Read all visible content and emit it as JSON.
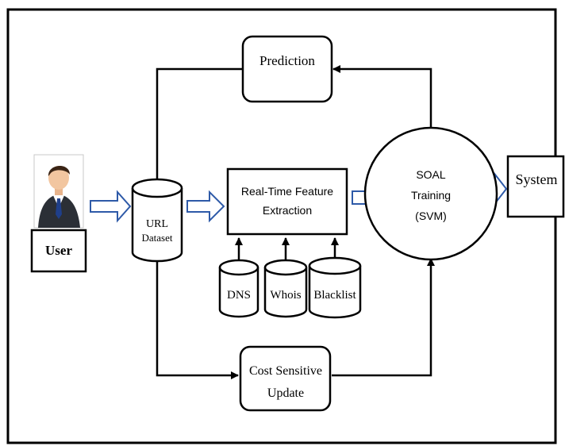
{
  "user": {
    "label": "User",
    "icon": "businessman-avatar-icon"
  },
  "url_dataset": {
    "line1": "URL",
    "line2": "Dataset"
  },
  "feature_extraction": {
    "line1": "Real-Time Feature",
    "line2": "Extraction"
  },
  "sources": [
    {
      "label": "DNS"
    },
    {
      "label": "Whois"
    },
    {
      "label": "Blacklist"
    }
  ],
  "soal": {
    "line1": "SOAL",
    "line2": "Training",
    "line3": "(SVM)"
  },
  "system": {
    "label": "System"
  },
  "prediction": {
    "label": "Prediction"
  },
  "cost_update": {
    "line1": "Cost Sensitive",
    "line2": "Update"
  },
  "colors": {
    "stroke": "#000000",
    "hollow_arrow": "#2e5aa8",
    "avatar_suit": "#2b2f36",
    "avatar_tie": "#1f3f8a",
    "avatar_skin": "#f2c6a0",
    "avatar_hair": "#3a2415"
  }
}
